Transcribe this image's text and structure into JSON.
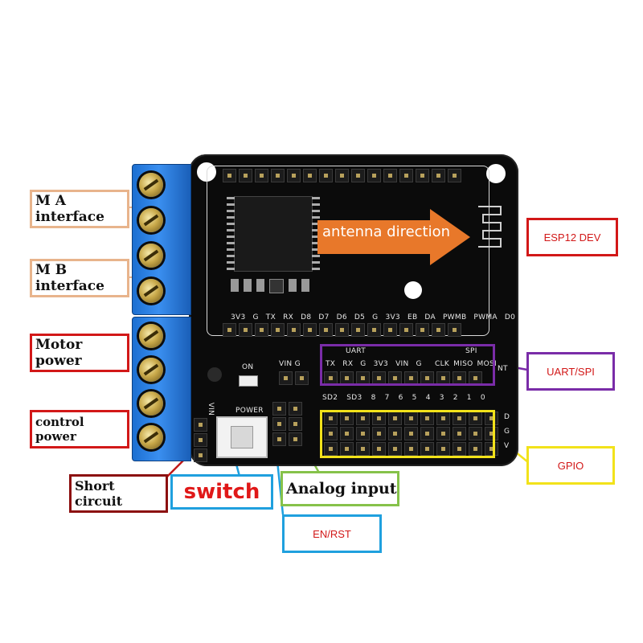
{
  "labels": {
    "ma_interface": "M A interface",
    "mb_interface": "M B interface",
    "motor_power": "Motor power",
    "control_power": "control power",
    "short_circuit": "Short circuit",
    "switch": "switch",
    "analog_input": "Analog input",
    "en_rst": "EN/RST",
    "esp12_dev": "ESP12 DEV",
    "uart_spi": "UART/SPI",
    "gpio": "GPIO",
    "antenna_direction": "antenna direction"
  },
  "silkscreen": {
    "bottom_header": [
      "3V3",
      "G",
      "TX",
      "RX",
      "D8",
      "D7",
      "D6",
      "D5",
      "G",
      "3V3",
      "EB",
      "DA",
      "PWMB",
      "PWMA",
      "D0"
    ],
    "uart_title": "UART",
    "spi_title": "SPI",
    "uart_pins": [
      "TX",
      "RX",
      "G",
      "3V3",
      "VIN",
      "G"
    ],
    "spi_pins": [
      "CLK",
      "MISO",
      "MOSI"
    ],
    "gpio_pins": [
      "SD2",
      "SD3",
      "8",
      "7",
      "6",
      "5",
      "4",
      "3",
      "2",
      "1",
      "0"
    ],
    "on_label": "ON",
    "vin_g": "VIN  G",
    "power_label": "POWER",
    "right_letters": [
      "D",
      "G",
      "V"
    ],
    "int_label": "NT",
    "vin_label": "VIN"
  },
  "colors": {
    "peach": "#e8b48c",
    "red": "#d21818",
    "purple": "#7a2ca8",
    "yellow": "#f2e21a",
    "blue": "#1fa0de",
    "green": "#86c24a",
    "darkred": "#8c1010",
    "arrow": "#e8782a"
  }
}
